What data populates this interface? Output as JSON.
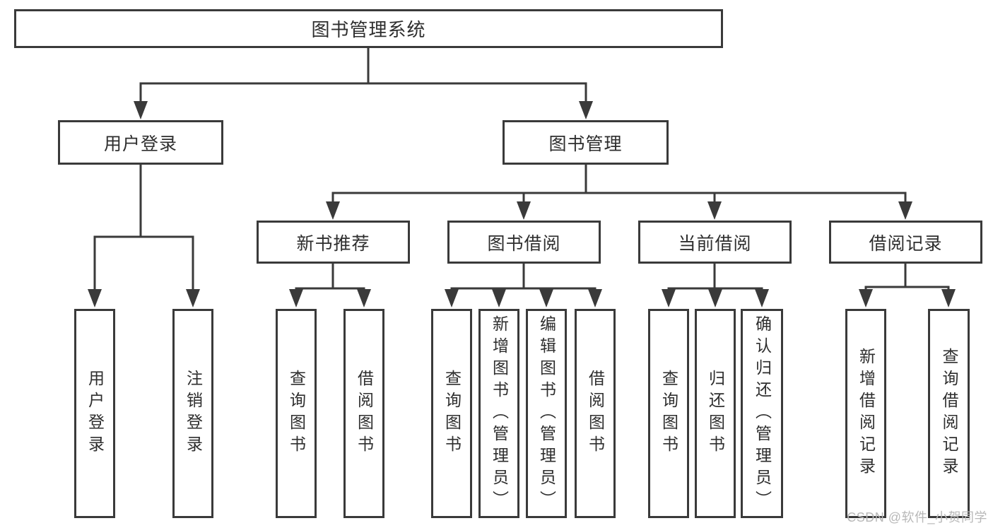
{
  "diagram": {
    "root": {
      "label": "图书管理系统"
    },
    "level2": [
      {
        "label": "用户登录"
      },
      {
        "label": "图书管理"
      }
    ],
    "level3": [
      {
        "label": "新书推荐",
        "parent": "图书管理"
      },
      {
        "label": "图书借阅",
        "parent": "图书管理"
      },
      {
        "label": "当前借阅",
        "parent": "图书管理"
      },
      {
        "label": "借阅记录",
        "parent": "图书管理"
      }
    ],
    "leaves": [
      {
        "label": "用户登录",
        "parent": "用户登录"
      },
      {
        "label": "注销登录",
        "parent": "用户登录"
      },
      {
        "label": "查询图书",
        "parent": "新书推荐"
      },
      {
        "label": "借阅图书",
        "parent": "新书推荐"
      },
      {
        "label": "查询图书",
        "parent": "图书借阅"
      },
      {
        "label": "新增图书（管理员）",
        "parent": "图书借阅"
      },
      {
        "label": "编辑图书（管理员）",
        "parent": "图书借阅"
      },
      {
        "label": "借阅图书",
        "parent": "图书借阅"
      },
      {
        "label": "查询图书",
        "parent": "当前借阅"
      },
      {
        "label": "归还图书",
        "parent": "当前借阅"
      },
      {
        "label": "确认归还（管理员）",
        "parent": "当前借阅"
      },
      {
        "label": "新增借阅记录",
        "parent": "借阅记录"
      },
      {
        "label": "查询借阅记录",
        "parent": "借阅记录"
      }
    ]
  },
  "watermark": "CSDN @软件_小贺同学",
  "colors": {
    "line": "#3a3a3a",
    "text": "#2e2e2e",
    "box_background": "#ffffff",
    "page_background": "#ffffff",
    "watermark": "#b8b8b8"
  }
}
